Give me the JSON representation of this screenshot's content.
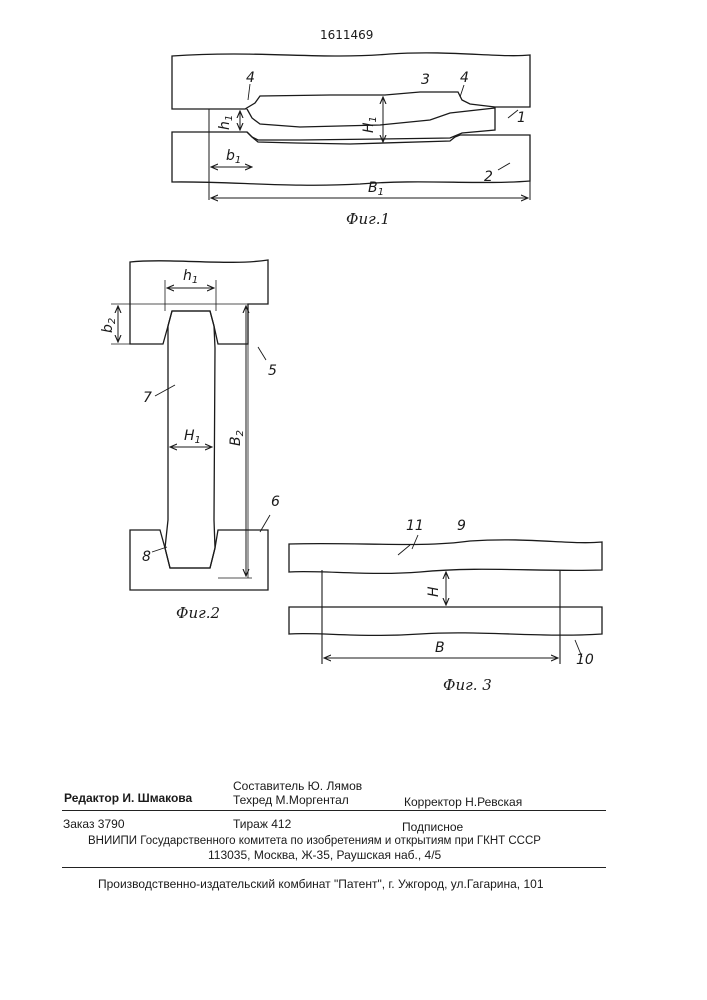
{
  "patent_number": "1611469",
  "figures": {
    "fig1": {
      "caption": "Фиг.1",
      "labels": {
        "n1": "1",
        "n2": "2",
        "n3": "3",
        "n4a": "4",
        "n4b": "4",
        "h1": "h",
        "H1": "H",
        "b1": "b",
        "B1": "B"
      },
      "subscript": "1"
    },
    "fig2": {
      "caption": "Фиг.2",
      "labels": {
        "h1": "h",
        "b2": "b",
        "H1": "H",
        "B2": "B",
        "n5": "5",
        "n6": "6",
        "n7": "7",
        "n8": "8"
      },
      "sub1": "1",
      "sub2": "2"
    },
    "fig3": {
      "caption": "Фиг. 3",
      "labels": {
        "n9": "9",
        "n10": "10",
        "n11": "11",
        "H": "H",
        "B": "B"
      }
    }
  },
  "footer": {
    "editor": "Редактор  И. Шмакова",
    "compiler": "Составитель  Ю. Лямов",
    "techred": "Техред М.Моргентал",
    "corrector": "Корректор  Н.Ревская",
    "order": "Заказ  3790",
    "print_run": "Тираж  412",
    "subscription": "Подписное",
    "org": "ВНИИПИ Государственного комитета по изобретениям и открытиям при ГКНТ СССР",
    "address": "113035, Москва, Ж-35, Раушская наб., 4/5",
    "publisher": "Производственно-издательский комбинат \"Патент\", г. Ужгород, ул.Гагарина, 101"
  }
}
